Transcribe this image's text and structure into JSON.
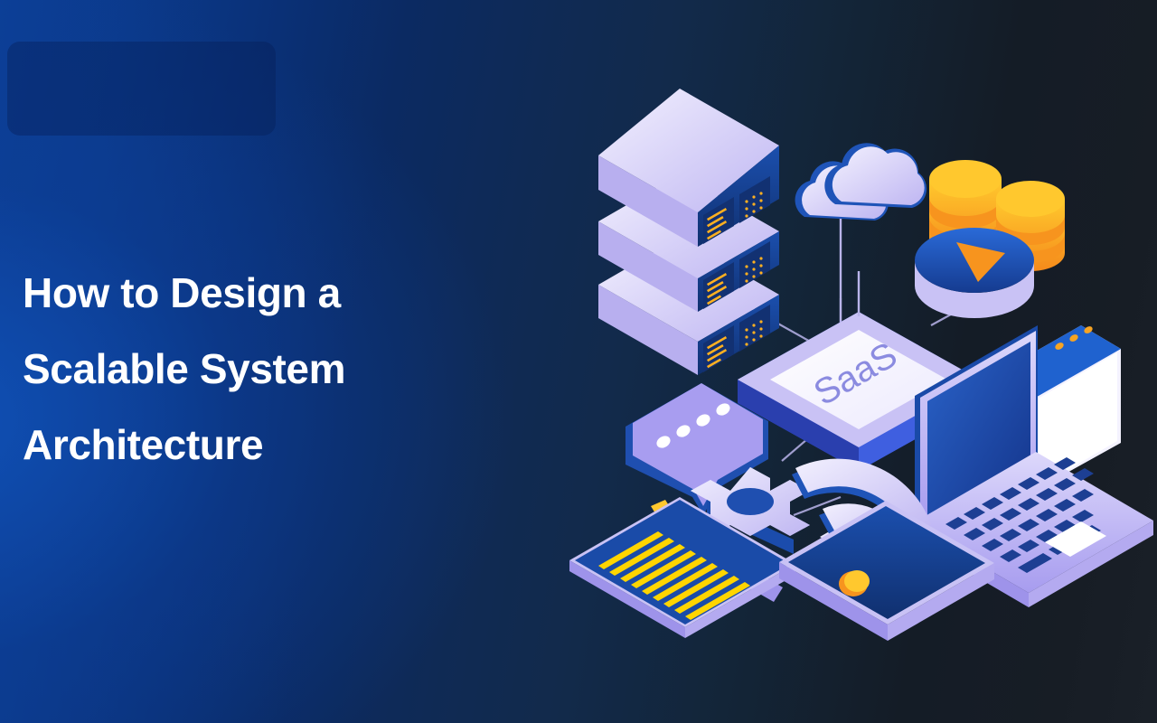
{
  "banner": {
    "background_left_color": "#0c3f97",
    "background_right_color": "#1a2028",
    "logo_plate_color": "#061e55"
  },
  "headline": {
    "full_text": "How to Design a Scalable System Architecture",
    "line1": "How to Design a",
    "line2": "Scalable System",
    "line3": "Architecture",
    "color": "#ffffff"
  },
  "illustration": {
    "name": "isometric-saas-architecture",
    "center_node_label": "SaaS",
    "center_node_label_color": "#8b8be0",
    "palette": {
      "lavender_light": "#e7e4fb",
      "lavender": "#c9c2f5",
      "purple": "#a89df0",
      "blue_dark": "#173a86",
      "blue": "#1f54b8",
      "blue_bright": "#2166d4",
      "navy_face": "#10295e",
      "orange": "#f7941e",
      "amber": "#ffc82e",
      "yellow": "#ffd500",
      "white": "#ffffff",
      "line": "#b9b4ea"
    },
    "nodes": [
      {
        "id": "server-rack",
        "label": "Server rack (3 tier)",
        "led_color": "#ffb020"
      },
      {
        "id": "cloud",
        "label": "Cloud storage"
      },
      {
        "id": "database",
        "label": "Database cylinders",
        "count": 2
      },
      {
        "id": "media-disc",
        "label": "Media play disc"
      },
      {
        "id": "saas-platform",
        "label": "SaaS platform"
      },
      {
        "id": "browser-window",
        "label": "Browser window",
        "dots": 3
      },
      {
        "id": "laptop",
        "label": "Laptop"
      },
      {
        "id": "tablet-wifi",
        "label": "Tablet with wifi signal",
        "arcs": 3
      },
      {
        "id": "chat-bubble",
        "label": "Chat bubble",
        "dots": 4
      },
      {
        "id": "gears",
        "label": "Gears",
        "count": 2
      },
      {
        "id": "pencil",
        "label": "Pencil"
      },
      {
        "id": "notepad",
        "label": "Notepad",
        "lines": 9
      }
    ]
  }
}
